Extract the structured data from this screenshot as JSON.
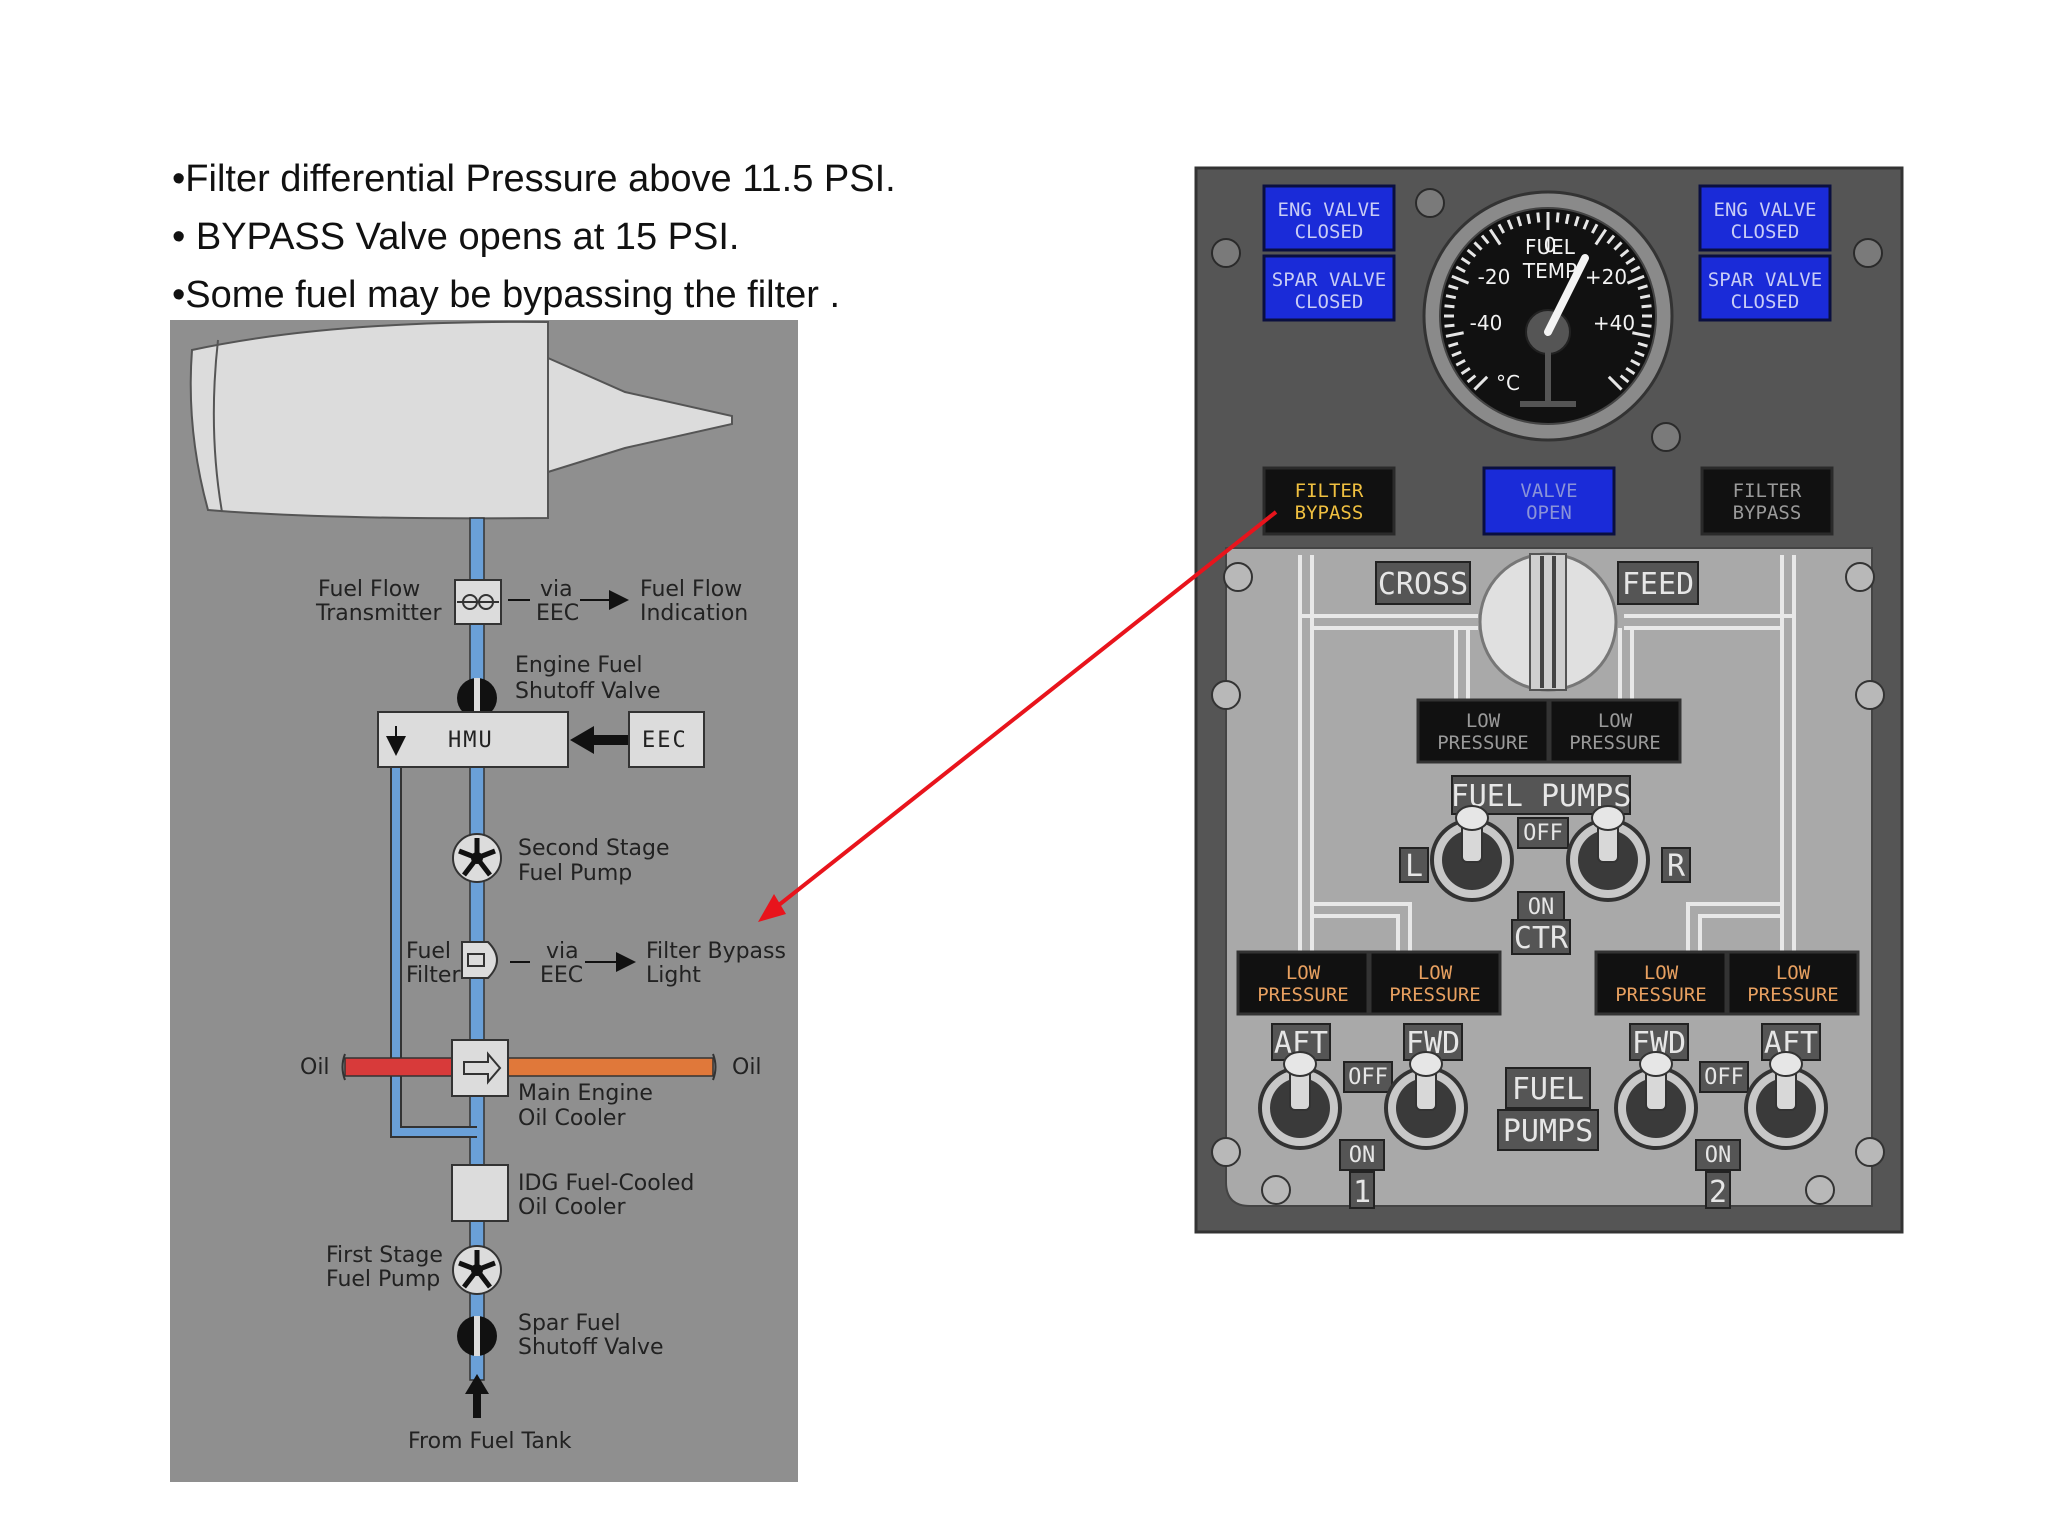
{
  "bullets": [
    "•Filter differential Pressure above 11.5 PSI.",
    "• BYPASS Valve opens at 15 PSI.",
    "•Some fuel may be bypassing the filter ."
  ],
  "schematic": {
    "fuel_flow_transmitter": [
      "Fuel Flow",
      "Transmitter"
    ],
    "via_eec": [
      "via",
      "EEC"
    ],
    "fuel_flow_indication": [
      "Fuel Flow",
      "Indication"
    ],
    "engine_fuel_shutoff_valve": [
      "Engine Fuel",
      "Shutoff Valve"
    ],
    "hmu": "HMU",
    "eec": "EEC",
    "second_stage_fuel_pump": [
      "Second Stage",
      "Fuel Pump"
    ],
    "fuel_filter": [
      "Fuel",
      "Filter"
    ],
    "filter_bypass_light": [
      "Filter Bypass",
      "Light"
    ],
    "oil_left": "Oil",
    "oil_right": "Oil",
    "main_engine_oil_cooler": [
      "Main Engine",
      "Oil Cooler"
    ],
    "idg_oil_cooler": [
      "IDG Fuel-Cooled",
      "Oil Cooler"
    ],
    "first_stage_fuel_pump": [
      "First Stage",
      "Fuel Pump"
    ],
    "spar_fuel_shutoff_valve": [
      "Spar Fuel",
      "Shutoff Valve"
    ],
    "from_fuel_tank": "From Fuel Tank"
  },
  "panel": {
    "eng_valve_closed": [
      "ENG VALVE",
      "CLOSED"
    ],
    "spar_valve_closed": [
      "SPAR VALVE",
      "CLOSED"
    ],
    "gauge": {
      "title": [
        "FUEL",
        "TEMP"
      ],
      "scale": [
        "-40",
        "-20",
        "0",
        "+20",
        "+40"
      ],
      "unit": "°C"
    },
    "filter_bypass": [
      "FILTER",
      "BYPASS"
    ],
    "valve_open": [
      "VALVE",
      "OPEN"
    ],
    "cross": "CROSS",
    "feed": "FEED",
    "low_pressure": [
      "LOW",
      "PRESSURE"
    ],
    "fuel_pumps": "FUEL PUMPS",
    "fuel": "FUEL",
    "pumps": "PUMPS",
    "off": "OFF",
    "on": "ON",
    "ctr": "CTR",
    "l": "L",
    "r": "R",
    "aft": "AFT",
    "fwd": "FWD",
    "eng1": "1",
    "eng2": "2"
  },
  "colors": {
    "annunciator_blue": "#1a2bd8",
    "filter_bypass_amber": "#f0c040",
    "low_pressure_amber": "#e8a060",
    "callout_arrow": "#e8141c",
    "fuel_line": "#6aa0d8",
    "oil_hot": "#d83a3a",
    "oil_cooled": "#e0783a"
  }
}
